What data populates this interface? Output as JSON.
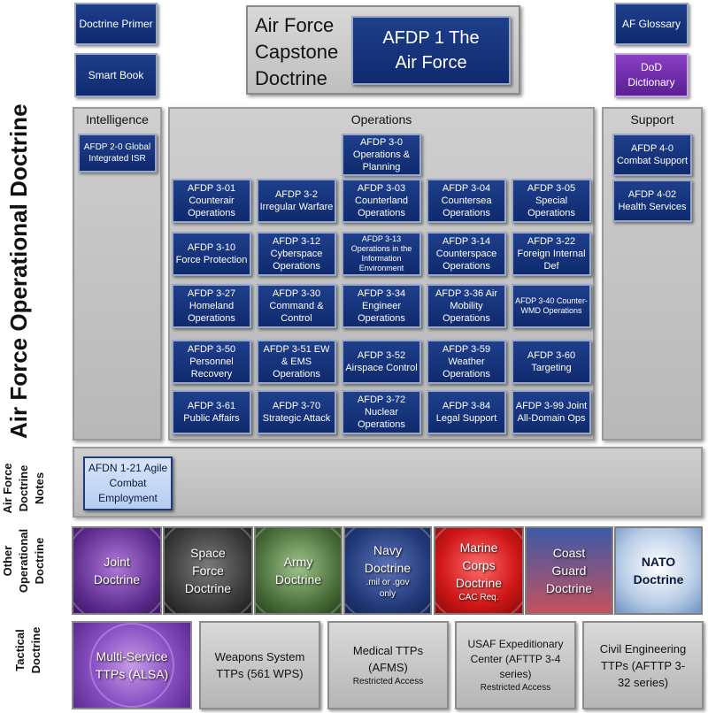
{
  "header": {
    "doctrine_primer": "Doctrine Primer",
    "smart_book": "Smart Book",
    "capstone_title": "Air Force Capstone Doctrine",
    "afdp1": "AFDP 1 The Air Force",
    "af_glossary": "AF Glossary",
    "dod_dictionary": "DoD Dictionary"
  },
  "side_labels": {
    "operational": "Air Force Operational Doctrine",
    "notes": "Air Force Doctrine Notes",
    "other": "Other Operational Doctrine",
    "tactical": "Tactical Doctrine"
  },
  "intelligence": {
    "title": "Intelligence",
    "items": [
      "AFDP 2-0 Global Integrated ISR"
    ]
  },
  "operations": {
    "title": "Operations",
    "top": "AFDP 3-0 Operations & Planning",
    "rows": [
      [
        "AFDP 3-01 Counterair Operations",
        "AFDP 3-2 Irregular Warfare",
        "AFDP 3-03 Counterland Operations",
        "AFDP 3-04 Countersea Operations",
        "AFDP 3-05 Special Operations"
      ],
      [
        "AFDP 3-10 Force Protection",
        "AFDP 3-12 Cyberspace Operations",
        "AFDP 3-13 Operations in the Information Environment",
        "AFDP 3-14 Counterspace Operations",
        "AFDP 3-22 Foreign Internal Def"
      ],
      [
        "AFDP 3-27 Homeland Operations",
        "AFDP 3-30 Command & Control",
        "AFDP 3-34 Engineer Operations",
        "AFDP 3-36 Air Mobility Operations",
        "AFDP 3-40 Counter-WMD Operations"
      ],
      [
        "AFDP 3-50 Personnel Recovery",
        "AFDP 3-51 EW & EMS Operations",
        "AFDP 3-52 Airspace Control",
        "AFDP 3-59 Weather Operations",
        "AFDP 3-60 Targeting"
      ],
      [
        "AFDP 3-61 Public Affairs",
        "AFDP 3-70 Strategic Attack",
        "AFDP 3-72 Nuclear Operations",
        "AFDP 3-84 Legal Support",
        "AFDP 3-99 Joint All-Domain Ops"
      ]
    ]
  },
  "support": {
    "title": "Support",
    "items": [
      "AFDP 4-0 Combat Support",
      "AFDP 4-02 Health Services"
    ]
  },
  "notes": {
    "items": [
      "AFDN 1-21 Agile Combat Employment"
    ]
  },
  "other": {
    "joint": "Joint Doctrine",
    "space": "Space Force Doctrine",
    "army": "Army Doctrine",
    "navy": "Navy Doctrine",
    "navy_sub": ".mil or .gov only",
    "marine": "Marine Corps Doctrine",
    "marine_sub": "CAC Req.",
    "coast": "Coast Guard Doctrine",
    "nato": "NATO Doctrine"
  },
  "tactical": {
    "alsa": "Multi-Service TTPs (ALSA)",
    "weapons": "Weapons System TTPs (561 WPS)",
    "medical": "Medical TTPs (AFMS)",
    "medical_sub": "Restricted Access",
    "usaf_exp": "USAF Expeditionary Center (AFTTP 3-4 series)",
    "usaf_exp_sub": "Restricted Access",
    "civil": "Civil Engineering TTPs (AFTTP 3-32 series)"
  },
  "colors": {
    "tile_navy": "#1f3f8c",
    "panel_gray": "#c4c4c4",
    "dod_purple": "#7a35b5"
  }
}
